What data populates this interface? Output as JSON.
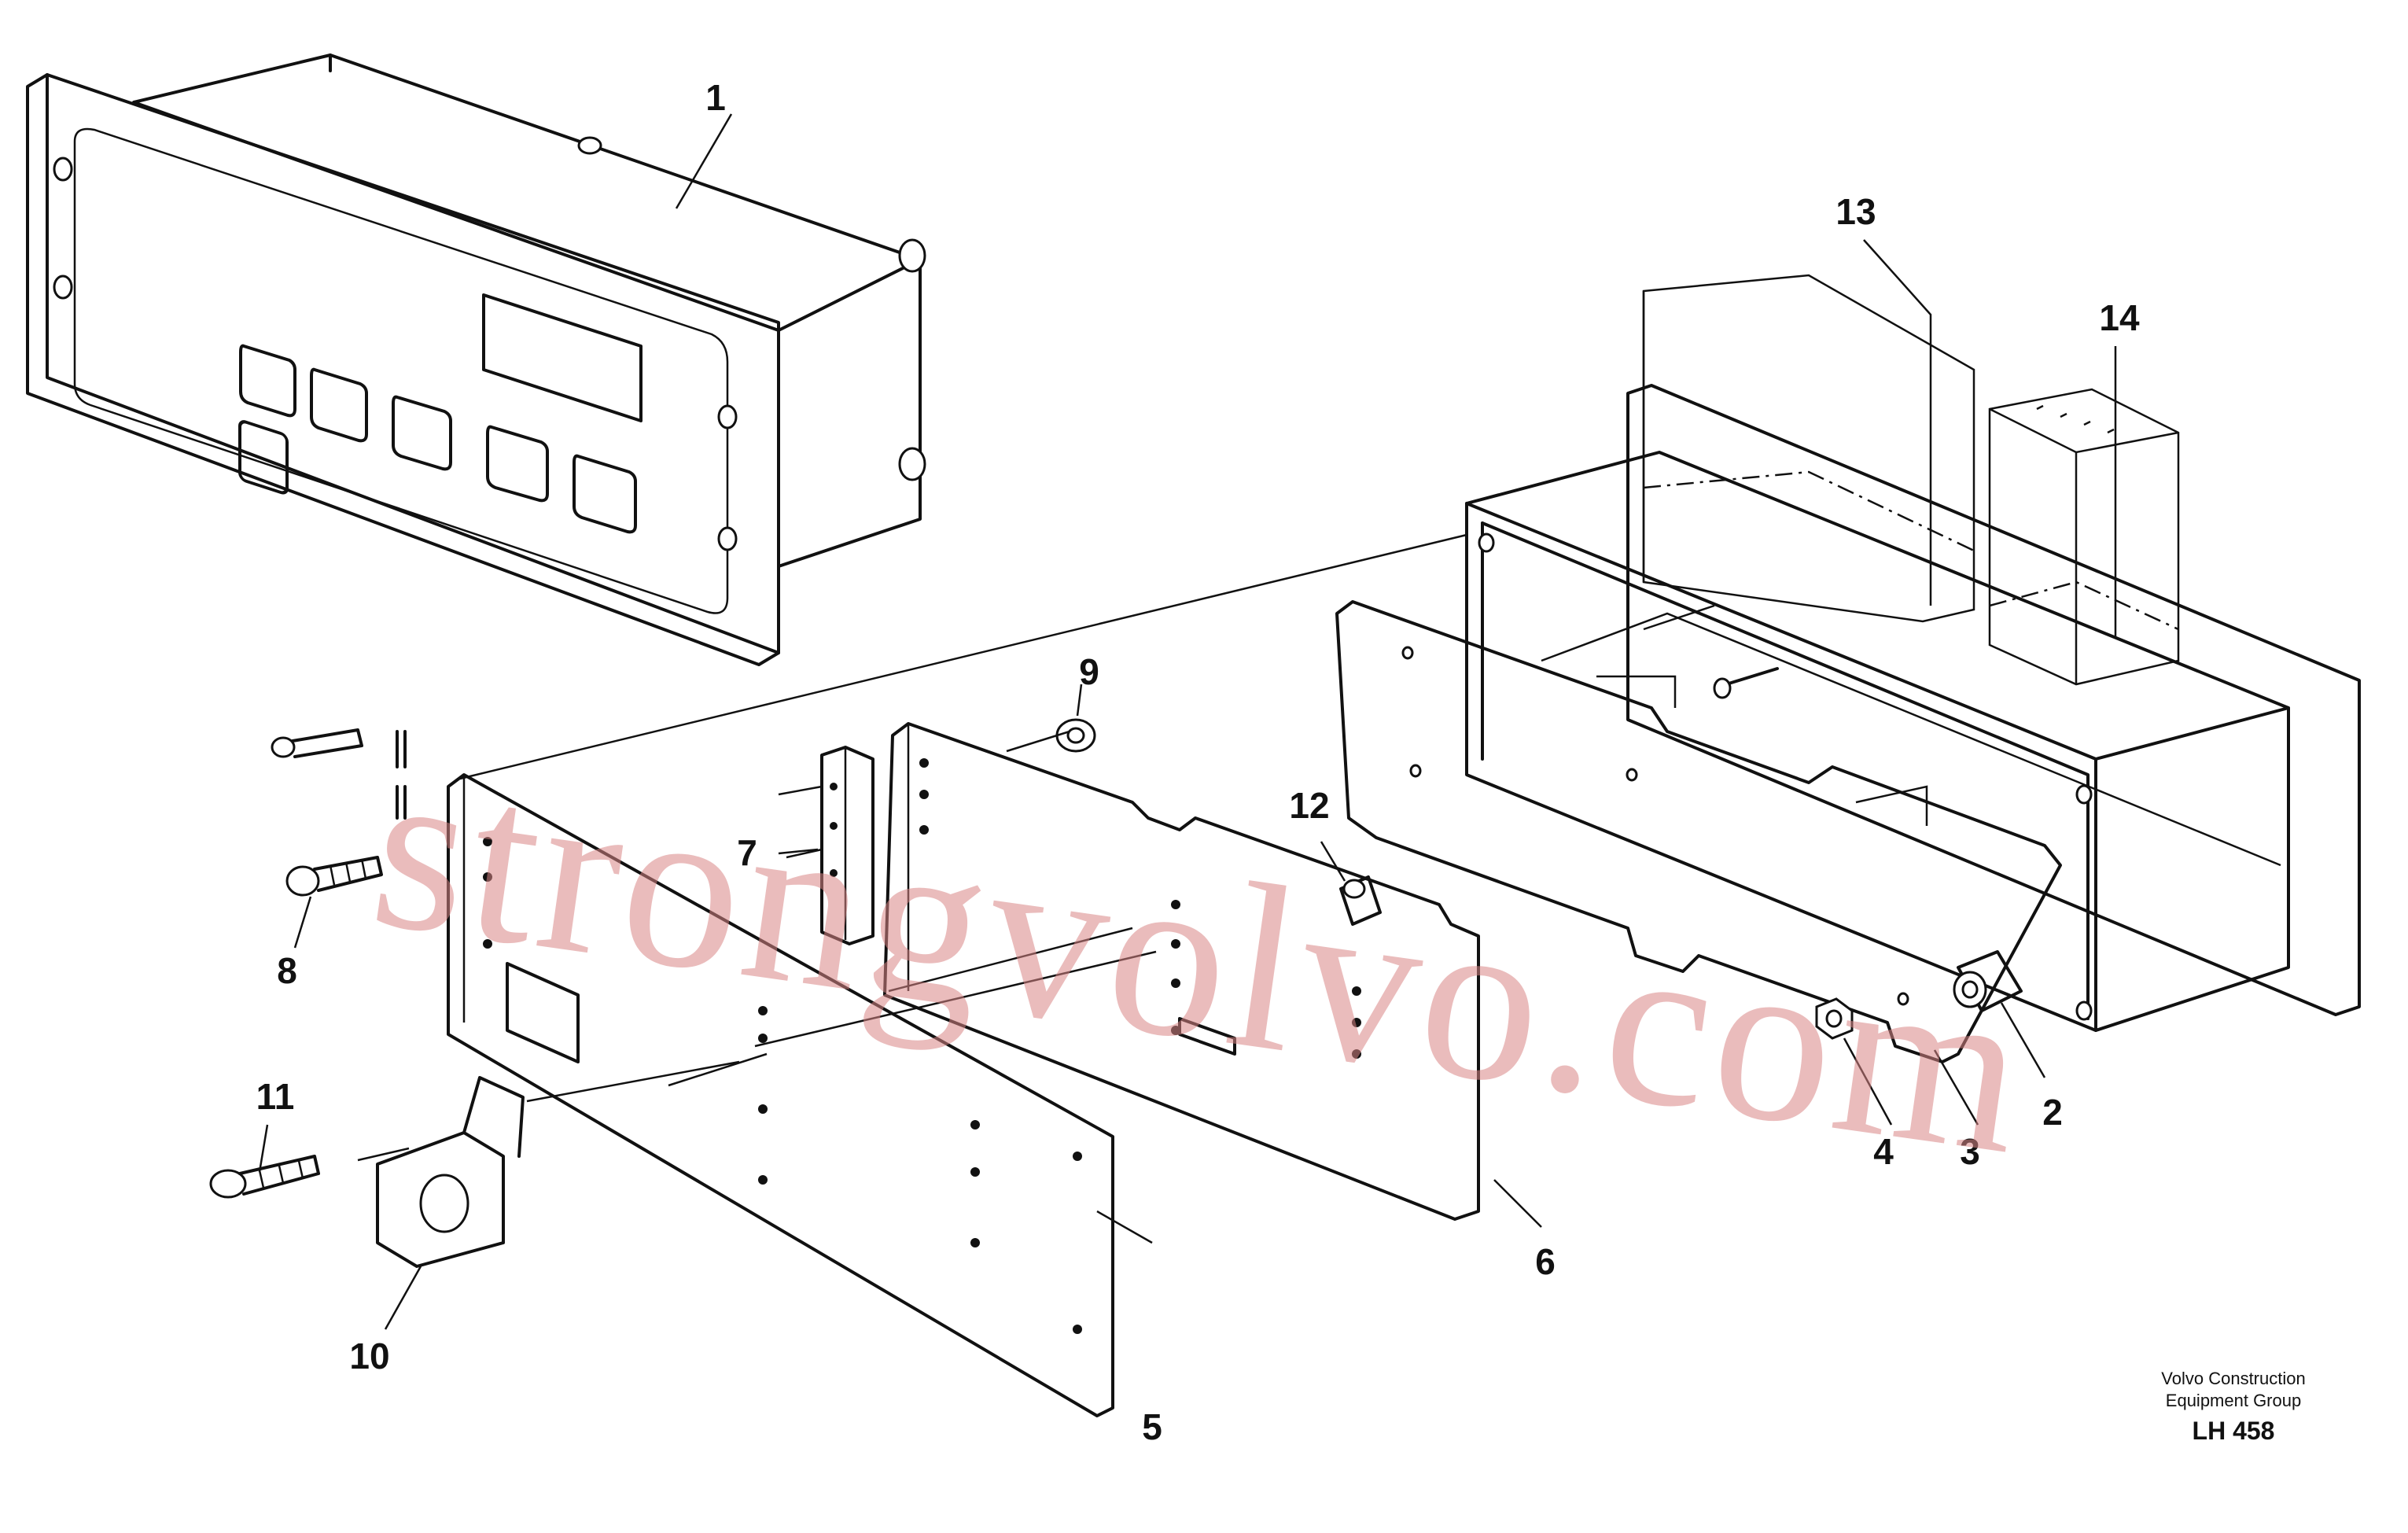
{
  "watermark": "strongvolvo.com",
  "caption": {
    "line1": "Volvo Construction",
    "line2": "Equipment Group",
    "ref": "LH 458"
  },
  "parts": [
    {
      "id": "1",
      "label": "1"
    },
    {
      "id": "2",
      "label": "2"
    },
    {
      "id": "3",
      "label": "3"
    },
    {
      "id": "4",
      "label": "4"
    },
    {
      "id": "5",
      "label": "5"
    },
    {
      "id": "6",
      "label": "6"
    },
    {
      "id": "7",
      "label": "7"
    },
    {
      "id": "8",
      "label": "8"
    },
    {
      "id": "9",
      "label": "9"
    },
    {
      "id": "10",
      "label": "10"
    },
    {
      "id": "11",
      "label": "11"
    },
    {
      "id": "12",
      "label": "12"
    },
    {
      "id": "13",
      "label": "13"
    },
    {
      "id": "14",
      "label": "14"
    }
  ]
}
